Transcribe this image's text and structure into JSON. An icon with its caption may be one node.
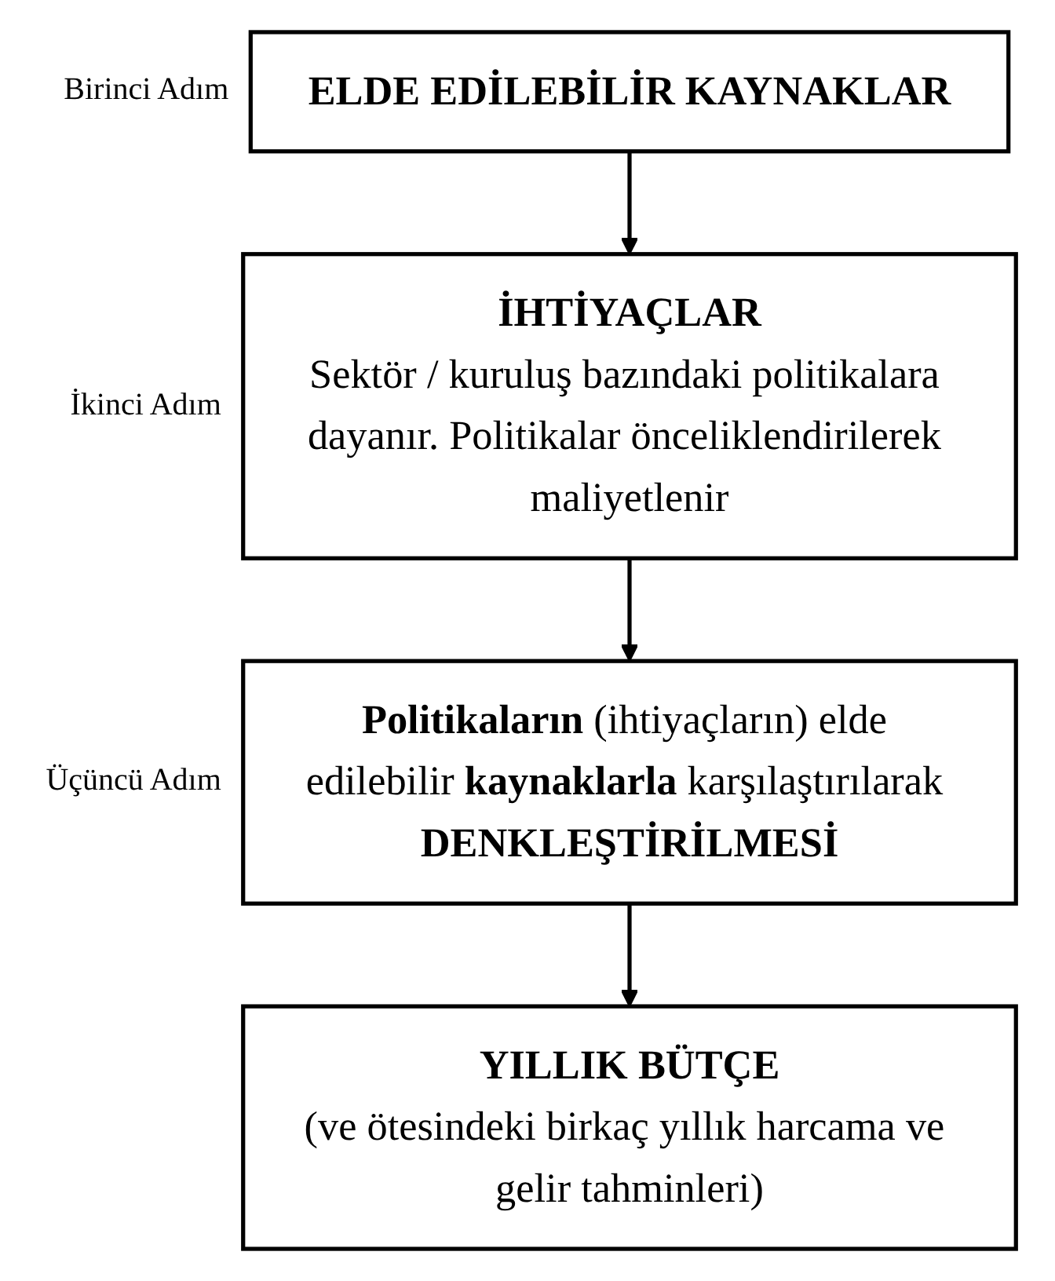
{
  "diagram": {
    "nodes": [
      {
        "text": [
          "ELDE EDİLEBİLİR KAYNAKLAR"
        ],
        "beside": [
          "Birinci Adım"
        ]
      },
      {
        "text": [
          "İHTİYAÇLAR",
          "Sektör / kuruluş bazındaki politikalara dayanır. Politikalar önceliklendirilerek maliyetlenir"
        ],
        "beside": [
          "İkinci Adım"
        ]
      },
      {
        "text": [
          "**Politikaların** (ihtiyaçların) elde edilebilir **kaynaklarla** karşılaştırılarak **DENKLEŞTİRİLMESİ**"
        ],
        "beside": [
          "Üçüncü Adım"
        ]
      },
      {
        "text": [
          "YILLIK BÜTÇE",
          "(ve ötesindeki birkaç yıllık harcama ve gelir tahminleri)"
        ]
      }
    ],
    "edges": [
      {
        "from": 0,
        "to": 1,
        "arrow": "to"
      },
      {
        "from": 1,
        "to": 2,
        "arrow": "to"
      },
      {
        "from": 2,
        "to": 3,
        "arrow": "to"
      }
    ]
  }
}
